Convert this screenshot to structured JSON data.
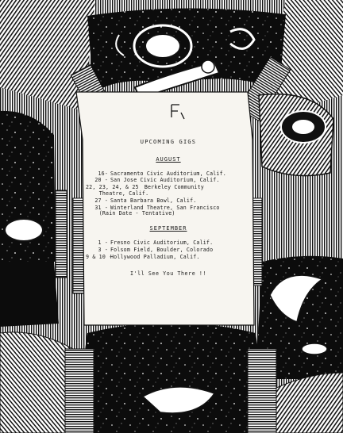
{
  "notice": {
    "title": "UPCOMING GIGS",
    "sections": [
      {
        "month": "AUGUST",
        "gigs": [
          {
            "dates": "16-",
            "venue": "Sacramento Civic Auditorium, Calif."
          },
          {
            "dates": "20 -",
            "venue": "San Jose Civic Auditorium, Calif."
          },
          {
            "dates": "22, 23, 24, & 25",
            "venue": "Berkeley Community\n    Theatre, Calif."
          },
          {
            "dates": "27 -",
            "venue": "Santa Barbara Bowl, Calif."
          },
          {
            "dates": "31 -",
            "venue": "Winterland Theatre, San Francisco\n    (Rain Date - Tentative)"
          }
        ]
      },
      {
        "month": "SEPTEMBER",
        "gigs": [
          {
            "dates": "1 -",
            "venue": "Fresno Civic Auditorium, Calif."
          },
          {
            "dates": "3 -",
            "venue": "Folsom Field, Boulder, Colorado"
          },
          {
            "dates": "9 & 10 -",
            "venue": "Hollywood Palladium, Calif."
          }
        ]
      }
    ],
    "closing": "I'll See You There !!"
  },
  "palette": {
    "ink": "#111111",
    "paper": "#f7f5f0"
  }
}
